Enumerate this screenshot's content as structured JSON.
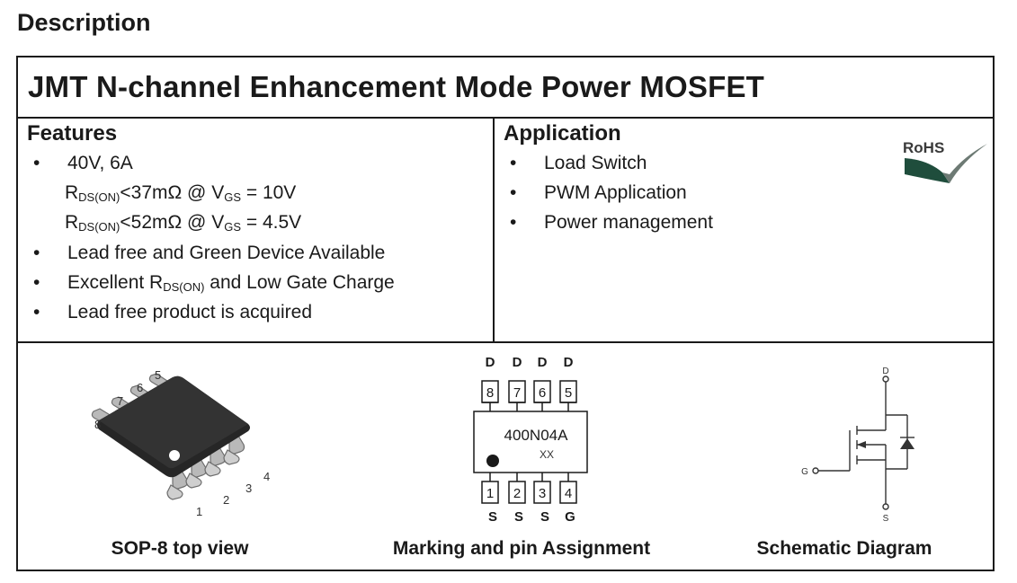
{
  "heading": "Description",
  "title": "JMT N-channel Enhancement Mode Power MOSFET",
  "features": {
    "heading": "Features",
    "spec_main": "40V, 6A",
    "rds1": {
      "r": "R",
      "r_sub": "DS(ON)",
      "rest": "<37mΩ @ V",
      "v_sub": "GS",
      "value": "= 10V"
    },
    "rds2": {
      "r": "R",
      "r_sub": "DS(ON)",
      "rest": "<52mΩ @ V",
      "v_sub": "GS",
      "value": "= 4.5V"
    },
    "item_green": "Lead free and Green Device Available",
    "item_charge_pre": "Excellent R",
    "item_charge_sub": "DS(ON)",
    "item_charge_post": " and Low Gate Charge",
    "item_leadfree": "Lead free product is acquired"
  },
  "application": {
    "heading": "Application",
    "items": [
      "Load Switch",
      "PWM Application",
      "Power management"
    ],
    "rohs_label": "RoHS"
  },
  "package": {
    "pin_labels": [
      "1",
      "2",
      "3",
      "4",
      "5",
      "6",
      "7",
      "8"
    ],
    "caption": "SOP-8 top view"
  },
  "marking": {
    "top_functions": [
      "D",
      "D",
      "D",
      "D"
    ],
    "top_pins": [
      "8",
      "7",
      "6",
      "5"
    ],
    "bottom_pins": [
      "1",
      "2",
      "3",
      "4"
    ],
    "bottom_functions": [
      "S",
      "S",
      "S",
      "G"
    ],
    "part_number": "400N04A",
    "date_code": "XX",
    "caption": "Marking and pin Assignment"
  },
  "schematic": {
    "drain": "D",
    "gate": "G",
    "source": "S",
    "caption": "Schematic Diagram"
  }
}
